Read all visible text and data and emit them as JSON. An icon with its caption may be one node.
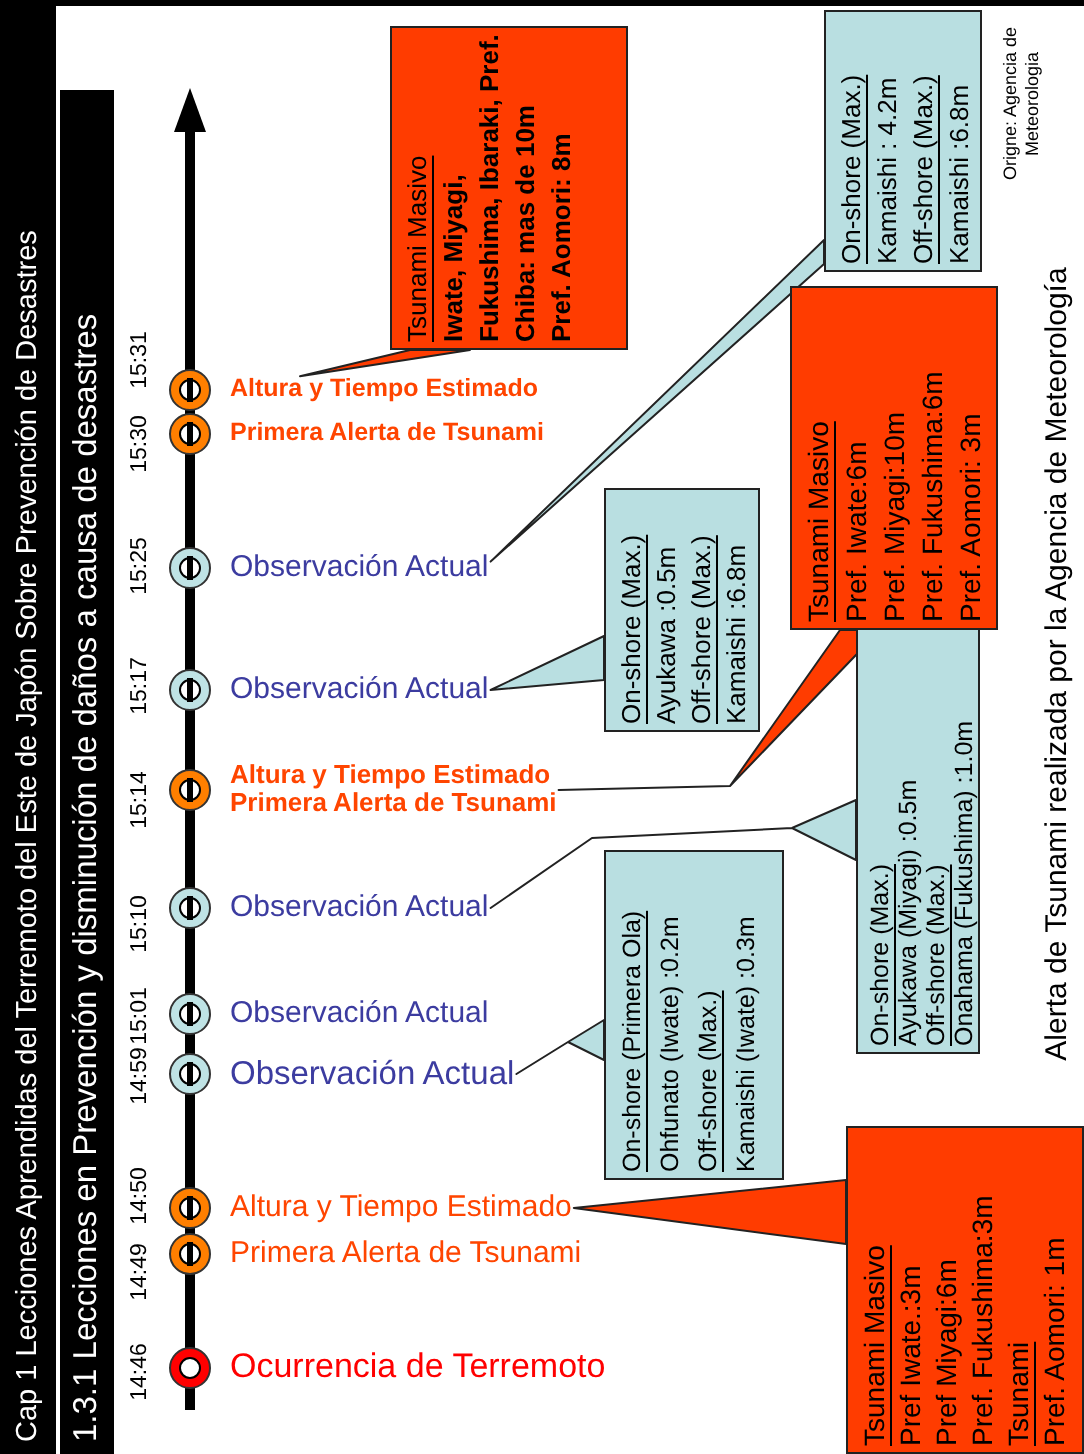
{
  "diagram": {
    "title": "Cap 1 Lecciones Aprendidas del Terremoto del Este de Japón Sobre Prevención de Desastres",
    "caption": "Alerta de Tsunami realizada por la Agencia de Meteorología",
    "nodes": [
      {
        "text": [
          "Ocurrencia de Terremoto"
        ],
        "beside": [
          "14:46"
        ]
      },
      {
        "text": [
          "Primera Alerta de Tsunami"
        ],
        "beside": [
          "14:49"
        ]
      },
      {
        "text": [
          "Altura y Tiempo Estimado"
        ],
        "beside": [
          "14:50"
        ]
      },
      {
        "text": [
          "Observación Actual"
        ],
        "beside": [
          "14:59"
        ]
      },
      {
        "text": [
          "Observación Actual"
        ],
        "beside": [
          "15:01"
        ]
      },
      {
        "text": [
          "Observación Actual"
        ],
        "beside": [
          "15:10"
        ]
      },
      {
        "text": [
          "Altura y Tiempo Estimado",
          "Primera Alerta de Tsunami"
        ],
        "beside": [
          "15:14"
        ]
      },
      {
        "text": [
          "Observación Actual"
        ],
        "beside": [
          "15:17"
        ]
      },
      {
        "text": [
          "Observación Actual"
        ],
        "beside": [
          "15:25"
        ]
      },
      {
        "text": [
          "Primera Alerta de Tsunami"
        ],
        "beside": [
          "15:30"
        ]
      },
      {
        "text": [
          "Altura y Tiempo Estimado"
        ],
        "beside": [
          "15:31"
        ]
      },
      {
        "text": [
          "Tsunami Masivo",
          "Pref Iwate.:3m",
          "Pref Miyagi:6m",
          "Pref. Fukushima:3m",
          "Tsunami",
          "Pref. Aomori: 1m"
        ]
      },
      {
        "text": [
          "On-shore (Primera Ola)",
          "Ohfunato (Iwate) :0.2m",
          "Off-shore (Max.)",
          "Kamaishi (Iwate) :0.3m"
        ]
      },
      {
        "text": [
          "On-shore (Max.)",
          "Ayukawa (Miyagi) :0.5m",
          "Off-shore (Max.)",
          "Onahama (Fukushima) :1.0m"
        ]
      },
      {
        "text": [
          "Tsunami Masivo",
          "Pref. Iwate:6m",
          "Pref. Miyagi:10m",
          "Pref. Fukushima:6m",
          "Pref. Aomori: 3m"
        ]
      },
      {
        "text": [
          "On-shore (Max.)",
          "Ayukawa :0.5m",
          "Off-shore (Max.)",
          "Kamaishi :6.8m"
        ]
      },
      {
        "text": [
          "On-shore (Max.)",
          "Kamaishi : 4.2m",
          "Off-shore (Max.)",
          "Kamaishi :6.8m"
        ]
      },
      {
        "text": [
          "Tsunami Masivo",
          "Iwate, Miyagi, Fukushima, Ibaraki, Pref. Chiba: mas de 10m",
          "Pref. Aomori: 8m"
        ]
      }
    ],
    "edges": [
      {
        "from": 11,
        "to": 2,
        "arrow": "none"
      },
      {
        "from": 12,
        "to": 3,
        "arrow": "none"
      },
      {
        "from": 13,
        "to": 5,
        "arrow": "none"
      },
      {
        "from": 14,
        "to": 6,
        "arrow": "none"
      },
      {
        "from": 15,
        "to": 7,
        "arrow": "none"
      },
      {
        "from": 16,
        "to": 8,
        "arrow": "none"
      },
      {
        "from": 17,
        "to": 10,
        "arrow": "none"
      }
    ],
    "labels": [
      "1.3.1 Lecciones en Prevención y disminución de daños a causa de desastres",
      "Origne: Agencia de Meteorologia"
    ]
  }
}
